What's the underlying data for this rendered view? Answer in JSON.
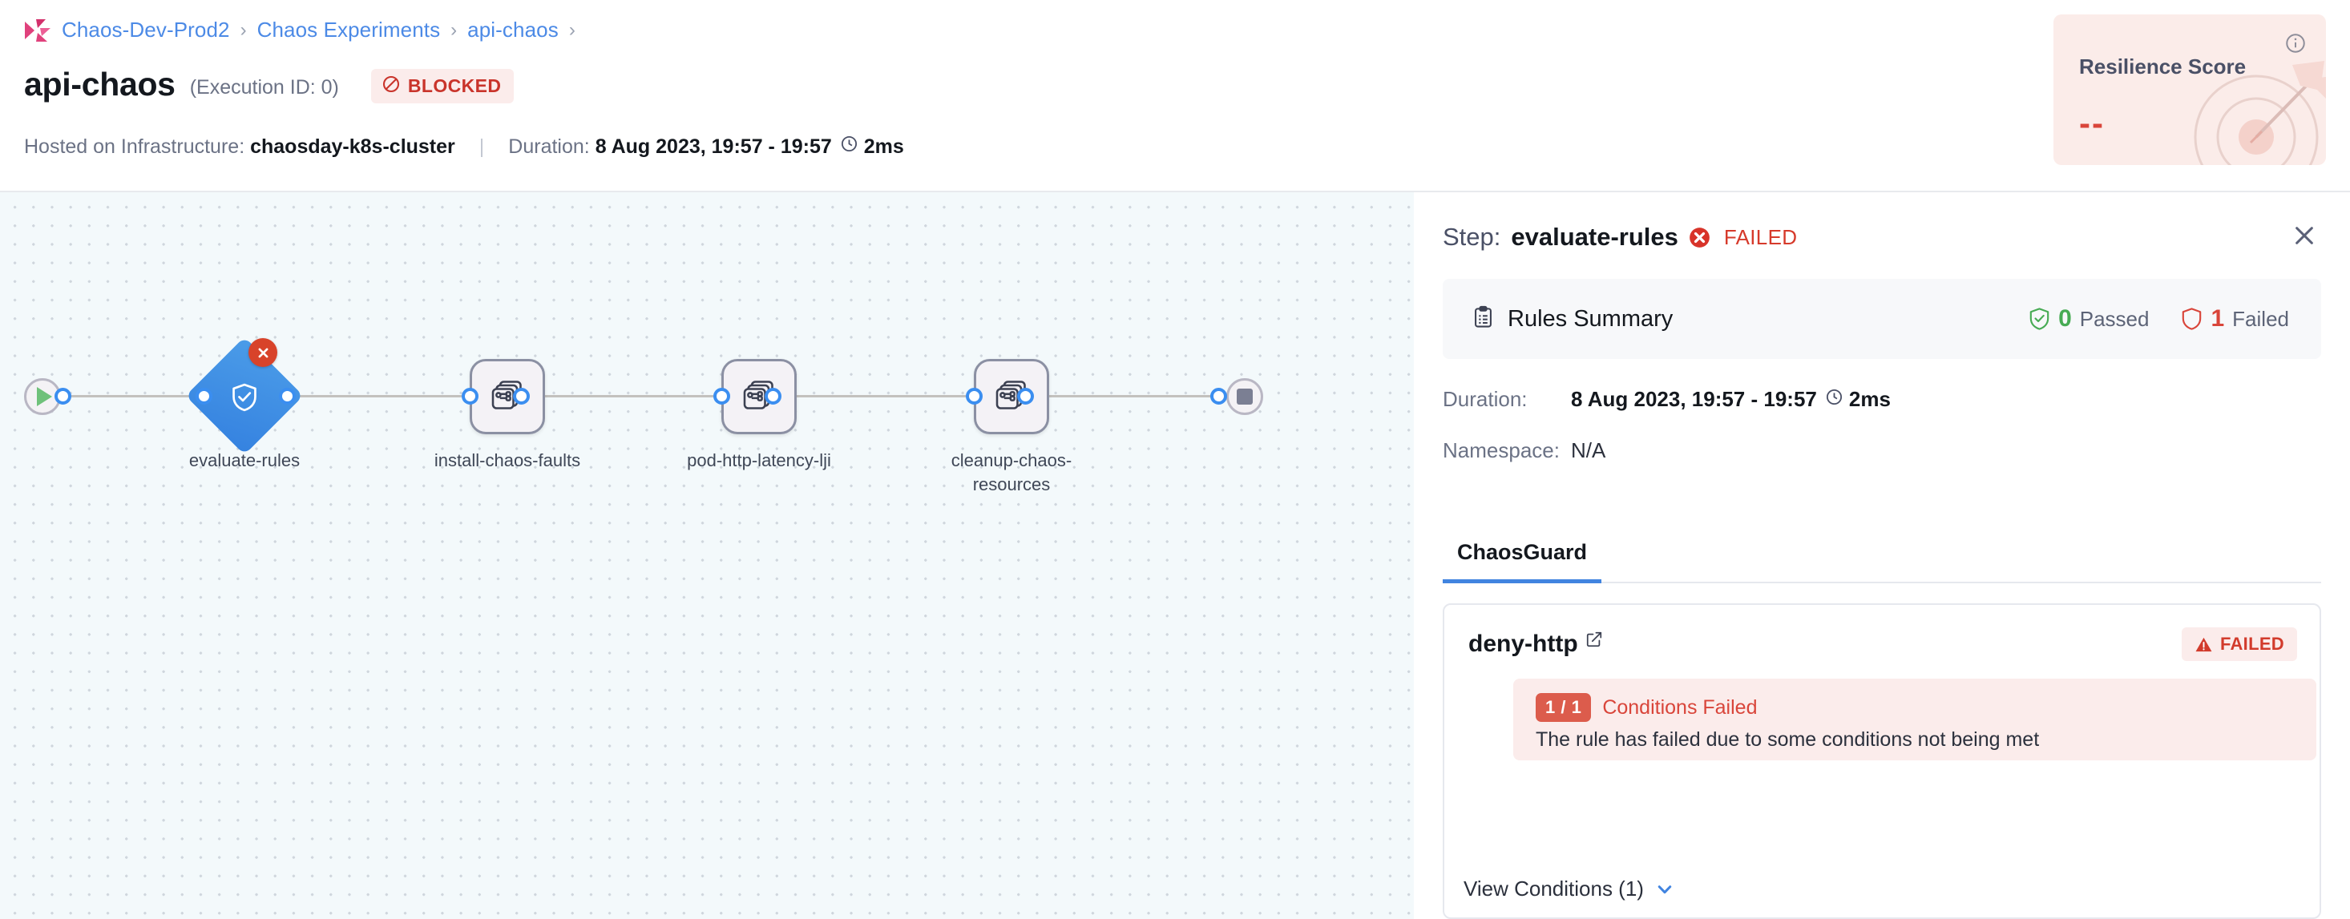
{
  "breadcrumb": {
    "logo_icon": "harness-logo-icon",
    "items": [
      "Chaos-Dev-Prod2",
      "Chaos Experiments",
      "api-chaos"
    ],
    "separator": "›",
    "trailing_separator": "›"
  },
  "header": {
    "title": "api-chaos",
    "execution_id": "(Execution ID: 0)",
    "status_badge": {
      "label": "BLOCKED",
      "icon": "blocked-circle-icon",
      "color": "#c9342b",
      "bg": "#fbeceb"
    },
    "infra_label": "Hosted on Infrastructure:",
    "infra_value": "chaosday-k8s-cluster",
    "divider": "|",
    "duration_label": "Duration:",
    "duration_value": "8 Aug 2023, 19:57 - 19:57",
    "duration_clock_icon": "clock-icon",
    "duration_elapsed": "2ms"
  },
  "resilience": {
    "title": "Resilience Score",
    "value": "--",
    "info_icon": "info-circle-icon",
    "art_icon": "target-arrow-icon",
    "bg": "#fbece9",
    "value_color": "#d9453a"
  },
  "canvas": {
    "start_icon": "play-icon",
    "end_icon": "stop-icon",
    "nodes": [
      {
        "id": "evaluate-rules",
        "label": "evaluate-rules",
        "shape": "diamond",
        "icon": "shield-check-icon",
        "status": "failed",
        "status_icon": "error-x-icon"
      },
      {
        "id": "install-chaos-faults",
        "label": "install-chaos-faults",
        "shape": "square",
        "icon": "chaos-faults-stack-icon",
        "status": "none"
      },
      {
        "id": "pod-http-latency-lji",
        "label": "pod-http-latency-lji",
        "shape": "square",
        "icon": "chaos-faults-stack-icon",
        "status": "none"
      },
      {
        "id": "cleanup-chaos-resources",
        "label": "cleanup-chaos-resources",
        "shape": "square",
        "icon": "chaos-faults-stack-icon",
        "status": "none"
      }
    ]
  },
  "panel": {
    "step_keyword": "Step:",
    "step_name": "evaluate-rules",
    "step_status": "FAILED",
    "step_status_icon": "error-x-icon",
    "close_icon": "close-icon",
    "rules_summary": {
      "icon": "clipboard-list-icon",
      "label": "Rules Summary",
      "passed_count": "0",
      "passed_label": "Passed",
      "passed_icon": "shield-check-icon",
      "failed_count": "1",
      "failed_label": "Failed",
      "failed_icon": "shield-outline-icon"
    },
    "details": [
      {
        "key": "Duration:",
        "value": "8 Aug 2023, 19:57 - 19:57",
        "clock_icon": "clock-icon",
        "elapsed": "2ms"
      },
      {
        "key": "Namespace:",
        "value": "N/A"
      }
    ],
    "tabs": [
      {
        "label": "ChaosGuard",
        "active": true
      }
    ],
    "rule": {
      "name": "deny-http",
      "external_link_icon": "external-link-icon",
      "status_badge": {
        "label": "FAILED",
        "icon": "warning-triangle-icon"
      },
      "conditions_chip": "1 / 1",
      "conditions_title": "Conditions Failed",
      "conditions_desc": "The rule has failed due to some conditions not being met",
      "view_conditions_label": "View Conditions (1)",
      "chevron_icon": "chevron-down-icon"
    }
  },
  "colors": {
    "accent_blue": "#4c8ae6",
    "danger_red": "#d9453a",
    "success_green": "#47ab54",
    "node_blue": "#3582e0",
    "canvas_bg": "#f3f9fb"
  }
}
